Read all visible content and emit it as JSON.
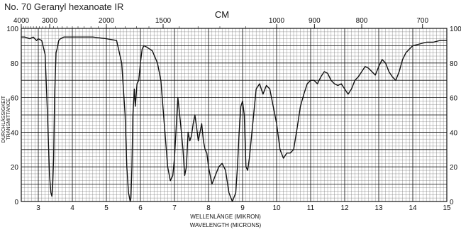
{
  "header": {
    "title": "No. 70 Geranyl hexanoate IR"
  },
  "chart_data": {
    "type": "line",
    "title": "No. 70 Geranyl hexanoate IR",
    "xlabel": "WELLENLÄNGE (MIKRON)",
    "xlabel2": "WAVELENGTH (MICRONS)",
    "ylabel": "TRANSMITTANCE",
    "ylabel_rotated_small": "DURCHLÄSSIGKEIT",
    "top_axis_label": "CM",
    "xlim": [
      2.5,
      15
    ],
    "ylim": [
      0,
      100
    ],
    "x_ticks": [
      3,
      4,
      5,
      6,
      7,
      8,
      9,
      10,
      11,
      12,
      13,
      14,
      15
    ],
    "y_ticks": [
      0,
      20,
      40,
      60,
      80,
      100
    ],
    "top_ticks": [
      {
        "label": "4000",
        "micron": 2.5
      },
      {
        "label": "3000",
        "micron": 3.3333
      },
      {
        "label": "2000",
        "micron": 5.0
      },
      {
        "label": "1500",
        "micron": 6.6667
      },
      {
        "label": "1000",
        "micron": 10.0
      },
      {
        "label": "900",
        "micron": 11.1111
      },
      {
        "label": "800",
        "micron": 12.5
      },
      {
        "label": "700",
        "micron": 14.2857
      }
    ],
    "grid": true,
    "series": [
      {
        "x": [
          2.5,
          2.6,
          2.75,
          2.85,
          2.95,
          3.0,
          3.1,
          3.2,
          3.27,
          3.33,
          3.37,
          3.4,
          3.42,
          3.45,
          3.48,
          3.52,
          3.55,
          3.6,
          3.65,
          3.75,
          3.9,
          4.2,
          4.6,
          5.0,
          5.3,
          5.45,
          5.55,
          5.6,
          5.65,
          5.7,
          5.72,
          5.75,
          5.78,
          5.82,
          5.85,
          5.9,
          5.95,
          6.0,
          6.05,
          6.1,
          6.2,
          6.35,
          6.5,
          6.6,
          6.7,
          6.8,
          6.88,
          6.95,
          7.0,
          7.1,
          7.18,
          7.25,
          7.3,
          7.35,
          7.4,
          7.45,
          7.5,
          7.55,
          7.6,
          7.65,
          7.7,
          7.75,
          7.8,
          7.85,
          7.9,
          7.95,
          8.0,
          8.1,
          8.2,
          8.3,
          8.4,
          8.5,
          8.6,
          8.7,
          8.8,
          8.85,
          8.9,
          8.95,
          9.0,
          9.05,
          9.1,
          9.15,
          9.2,
          9.3,
          9.4,
          9.5,
          9.6,
          9.7,
          9.8,
          9.9,
          10.0,
          10.1,
          10.2,
          10.3,
          10.4,
          10.5,
          10.6,
          10.7,
          10.8,
          10.9,
          11.0,
          11.1,
          11.2,
          11.3,
          11.4,
          11.5,
          11.6,
          11.7,
          11.8,
          11.9,
          12.0,
          12.1,
          12.2,
          12.3,
          12.4,
          12.5,
          12.6,
          12.7,
          12.8,
          12.9,
          13.0,
          13.1,
          13.2,
          13.3,
          13.4,
          13.5,
          13.6,
          13.7,
          13.8,
          13.9,
          14.0,
          14.2,
          14.4,
          14.6,
          14.8,
          15.0
        ],
        "y": [
          95,
          95,
          94,
          95,
          93,
          94,
          93,
          85,
          50,
          15,
          5,
          3,
          8,
          25,
          60,
          86,
          88,
          93,
          94,
          95,
          95,
          95,
          95,
          94,
          93,
          80,
          50,
          20,
          5,
          0,
          2,
          20,
          50,
          65,
          55,
          68,
          70,
          80,
          88,
          90,
          89,
          87,
          80,
          70,
          45,
          20,
          12,
          15,
          25,
          60,
          45,
          30,
          15,
          20,
          40,
          35,
          38,
          45,
          50,
          43,
          35,
          40,
          45,
          35,
          30,
          28,
          20,
          10,
          15,
          20,
          22,
          18,
          5,
          0,
          5,
          20,
          40,
          55,
          58,
          50,
          20,
          18,
          25,
          45,
          65,
          68,
          62,
          67,
          65,
          55,
          45,
          30,
          25,
          28,
          28,
          30,
          42,
          55,
          62,
          68,
          70,
          70,
          68,
          72,
          75,
          74,
          70,
          68,
          67,
          68,
          65,
          62,
          65,
          70,
          72,
          75,
          78,
          77,
          75,
          73,
          78,
          82,
          80,
          75,
          72,
          70,
          75,
          82,
          86,
          88,
          90,
          91,
          92,
          92,
          93,
          93
        ]
      }
    ]
  }
}
